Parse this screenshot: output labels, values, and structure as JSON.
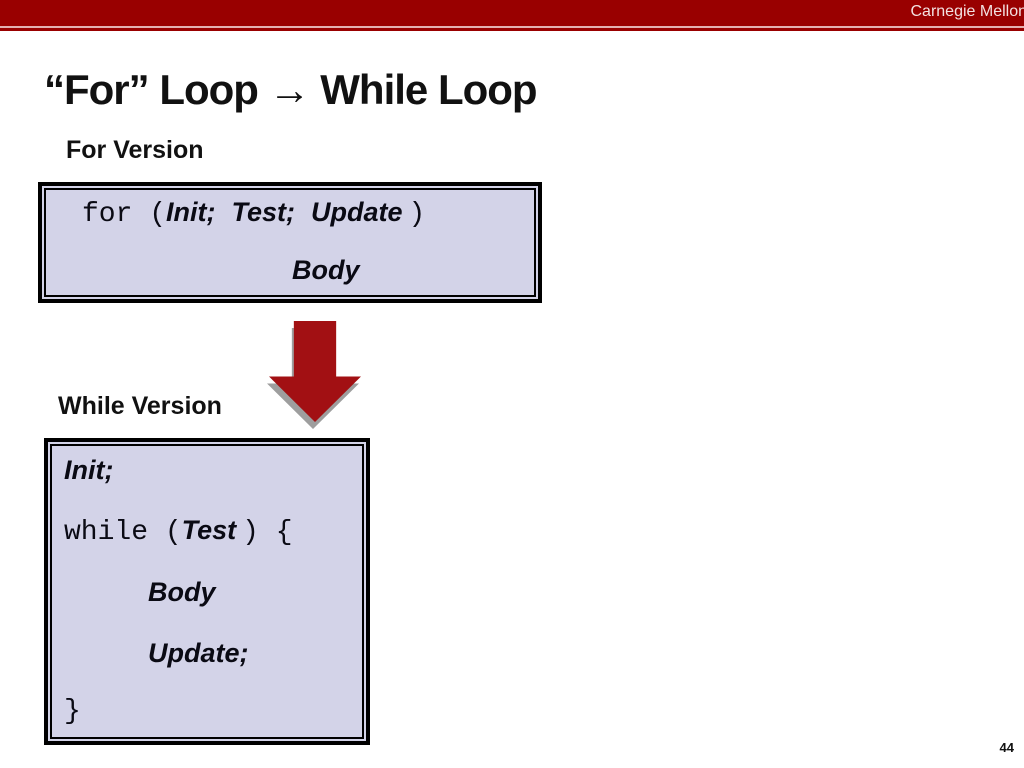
{
  "header": {
    "brand": "Carnegie Mellon"
  },
  "title": "“For” Loop → While Loop",
  "for_version": {
    "label": "For Version",
    "code": {
      "kw_open": "for (",
      "init": "Init;",
      "test": "Test;",
      "update": "Update",
      "kw_close": ")",
      "body": "Body"
    }
  },
  "while_version": {
    "label": "While Version",
    "code": {
      "init": "Init;",
      "kw_open": "while (",
      "test": "Test",
      "kw_close": ") {",
      "body": "Body",
      "update": "Update;",
      "closing_brace": "}"
    }
  },
  "footer": {
    "page_number": "44"
  },
  "colors": {
    "header_red": "#990000",
    "accent_pink": "#e3b0b0",
    "accent_red": "#990000",
    "arrow_red": "#a21013",
    "box_fill": "#d3d3e8"
  }
}
